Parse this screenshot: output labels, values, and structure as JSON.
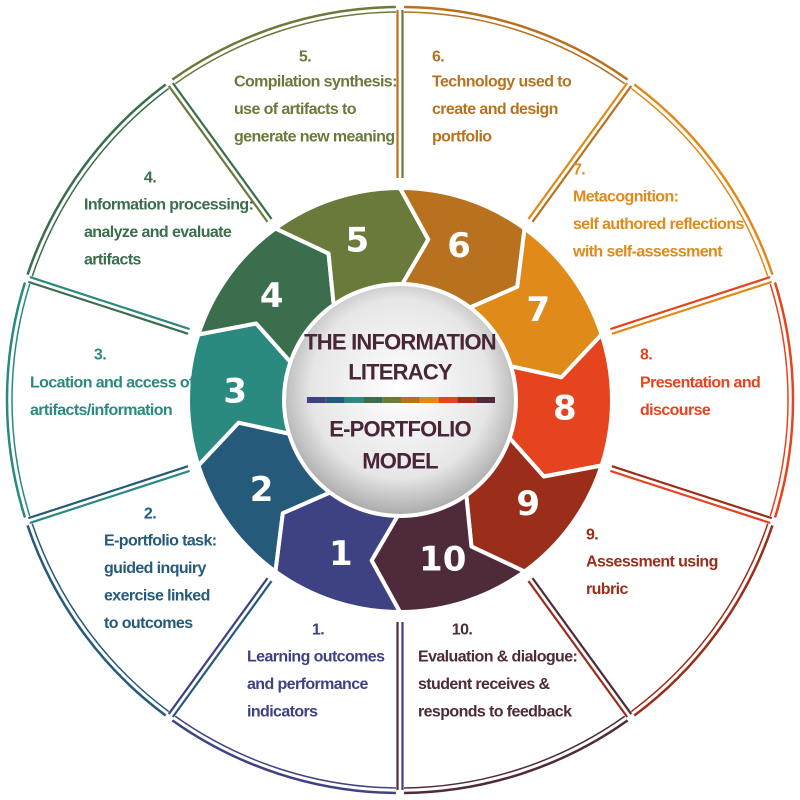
{
  "center": {
    "title_lines": [
      "THE INFORMATION",
      "LITERACY"
    ],
    "subtitle_lines": [
      "E-PORTFOLIO",
      "MODEL"
    ],
    "color": "#4a2438"
  },
  "steps": [
    {
      "number": "1",
      "label_number": "1.",
      "lines": [
        "Learning outcomes",
        "and performance",
        "indicators"
      ],
      "color": "#3f4282"
    },
    {
      "number": "2",
      "label_number": "2.",
      "lines": [
        "E-portfolio task:",
        "guided inquiry",
        "exercise linked",
        "to outcomes"
      ],
      "color": "#255a7a"
    },
    {
      "number": "3",
      "label_number": "3.",
      "lines": [
        "Location and access of",
        "artifacts/information"
      ],
      "color": "#2a8a80"
    },
    {
      "number": "4",
      "label_number": "4.",
      "lines": [
        "Information processing:",
        "analyze and evaluate",
        "artifacts"
      ],
      "color": "#3a6e4c"
    },
    {
      "number": "5",
      "label_number": "5.",
      "lines": [
        "Compilation synthesis:",
        "use of artifacts to",
        "generate new meaning"
      ],
      "color": "#6a7a3a"
    },
    {
      "number": "6",
      "label_number": "6.",
      "lines": [
        "Technology used to",
        "create and design",
        "portfolio"
      ],
      "color": "#b8721f"
    },
    {
      "number": "7",
      "label_number": "7.",
      "lines": [
        "Metacognition:",
        "self authored reflections",
        "with self-assessment"
      ],
      "color": "#e08a1a"
    },
    {
      "number": "8",
      "label_number": "8.",
      "lines": [
        "Presentation and",
        "discourse"
      ],
      "color": "#e5441e"
    },
    {
      "number": "9",
      "label_number": "9.",
      "lines": [
        "Assessment using",
        "rubric"
      ],
      "color": "#9a2e1a"
    },
    {
      "number": "10",
      "label_number": "10.",
      "lines": [
        "Evaluation & dialogue:",
        "student receives &",
        "responds to feedback"
      ],
      "color": "#4e2a3a"
    }
  ]
}
